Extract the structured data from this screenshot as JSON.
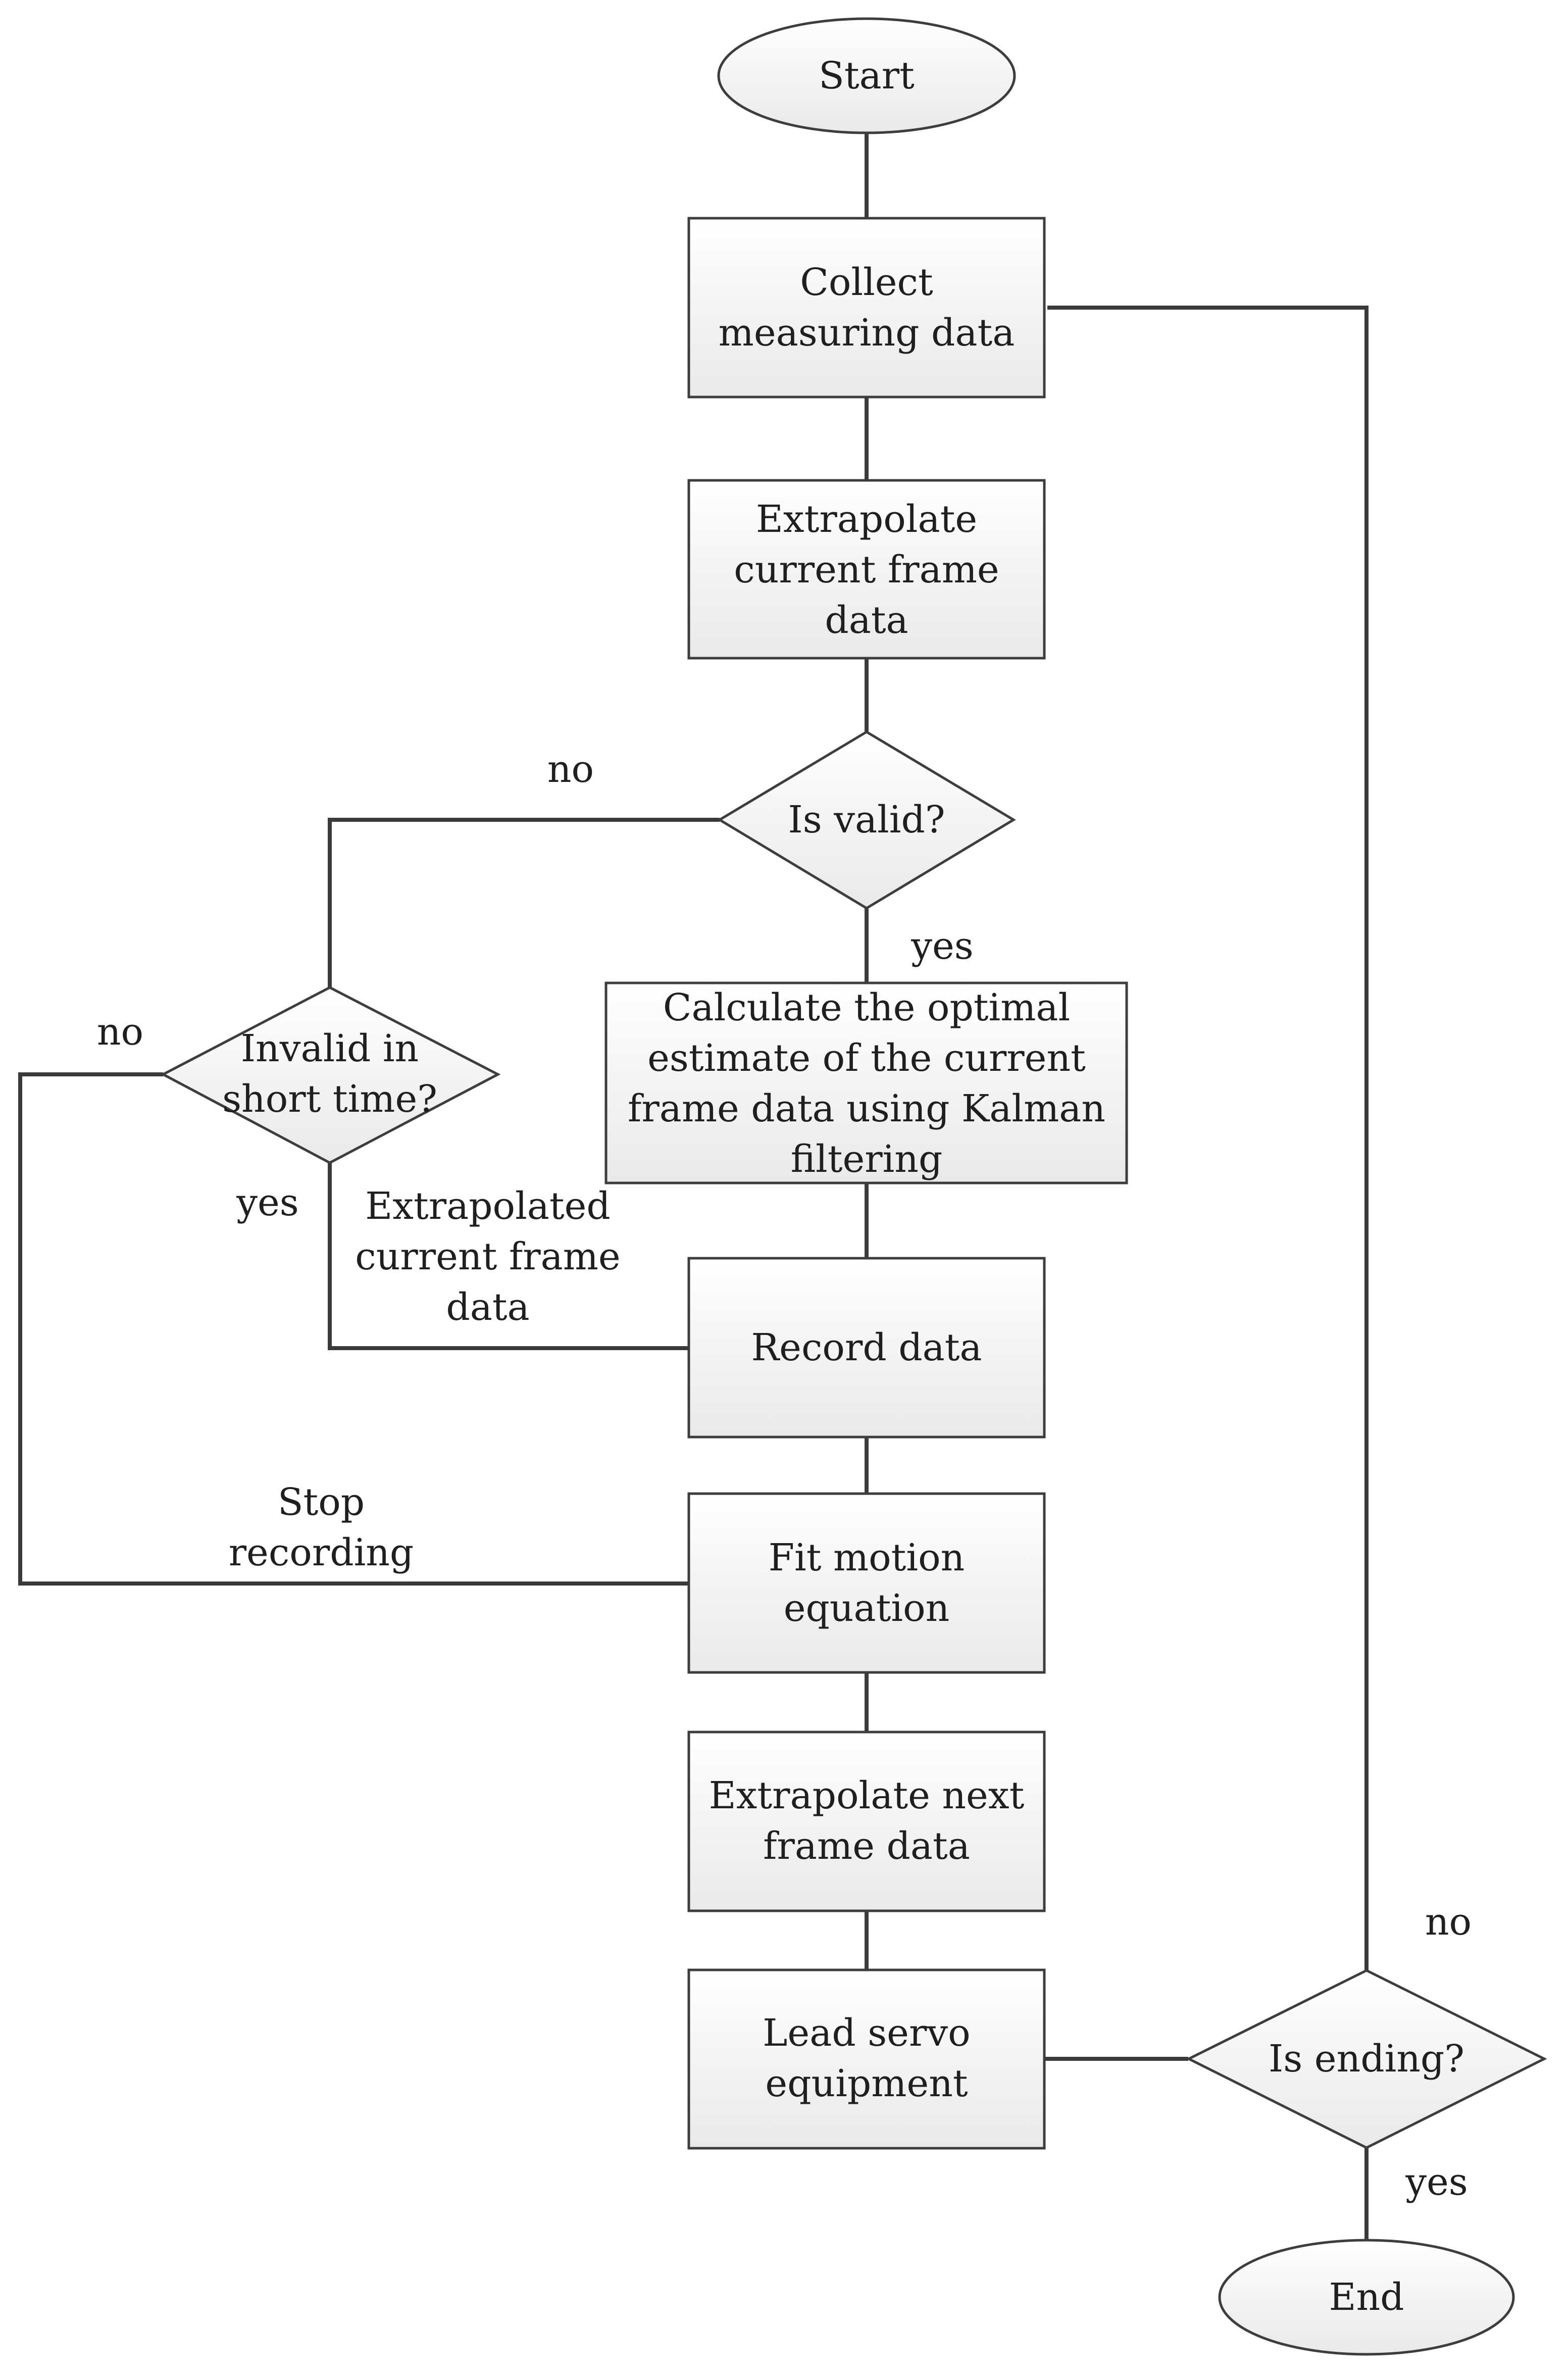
{
  "diagram": {
    "nodes": {
      "start": "Start",
      "collect": [
        "Collect",
        "measuring data"
      ],
      "extrap_current": [
        "Extrapolate",
        "current frame",
        "data"
      ],
      "is_valid": "Is valid?",
      "calc_kalman": [
        "Calculate the optimal",
        "estimate of the current",
        "frame data using Kalman",
        "filtering"
      ],
      "invalid_short": [
        "Invalid in",
        "short time?"
      ],
      "record": "Record data",
      "fit_motion": [
        "Fit motion",
        "equation"
      ],
      "extrap_next": [
        "Extrapolate next",
        "frame data"
      ],
      "lead_servo": [
        "Lead servo",
        "equipment"
      ],
      "is_ending": "Is ending?",
      "end": "End"
    },
    "edge_labels": {
      "valid_no": "no",
      "valid_yes": "yes",
      "short_no": "no",
      "short_yes": "yes",
      "extrapolated_current": [
        "Extrapolated",
        "current frame",
        "data"
      ],
      "stop_recording": [
        "Stop",
        "recording"
      ],
      "ending_no": "no",
      "ending_yes": "yes"
    }
  }
}
